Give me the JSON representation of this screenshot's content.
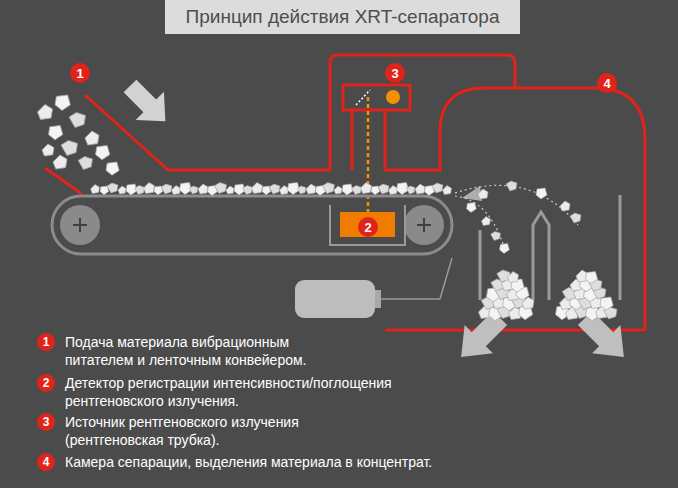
{
  "diagram": {
    "title": "Принцип действия XRT-сепаратора",
    "nodes": [
      {
        "text": [
          "1"
        ]
      },
      {
        "text": [
          "3"
        ]
      },
      {
        "text": [
          "4"
        ]
      },
      {
        "text": [
          "2"
        ]
      },
      {
        "text": [
          "1",
          "Подача материала вибрационным питателем и ленточным конвейером."
        ]
      },
      {
        "text": [
          "2",
          "Детектор регистрации интенсивности/поглощения рентгеновского излучения."
        ]
      },
      {
        "text": [
          "3",
          "Источник рентгеновского излучения (рентгеновская трубка)."
        ]
      },
      {
        "text": [
          "4",
          "Камера сепарации, выделения материала в концентрат."
        ]
      }
    ]
  }
}
